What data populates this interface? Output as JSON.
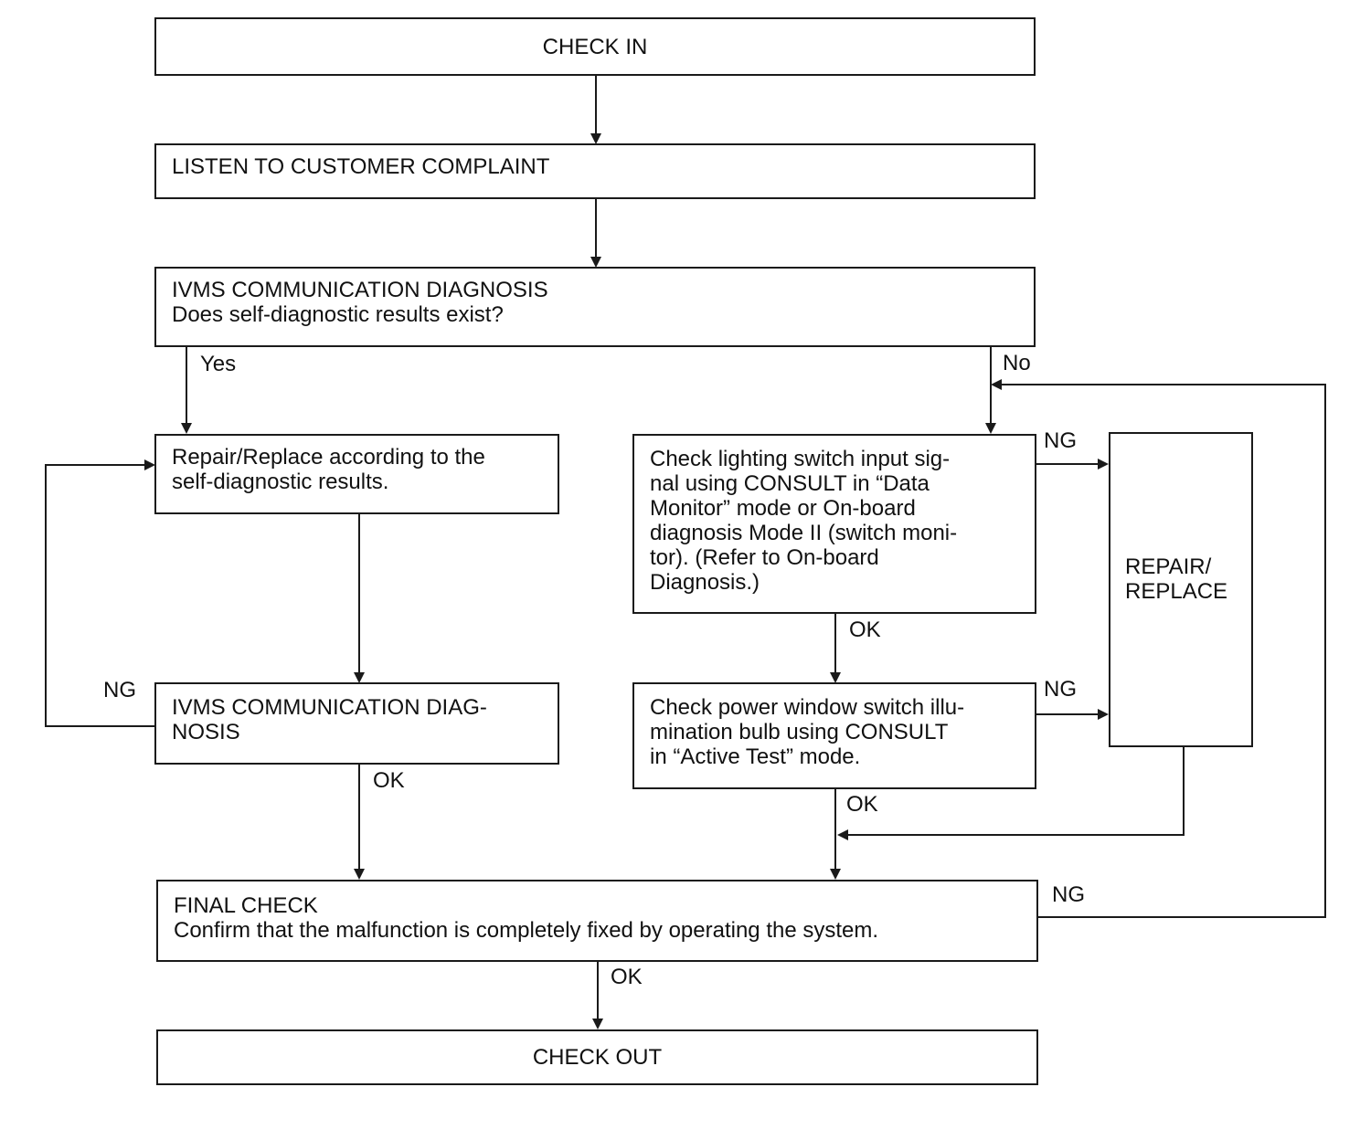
{
  "flowchart": {
    "check_in": "CHECK IN",
    "listen": "LISTEN TO CUSTOMER COMPLAINT",
    "ivms_diag": {
      "title": "IVMS COMMUNICATION DIAGNOSIS",
      "question": "Does self-diagnostic results exist?"
    },
    "repair_results": {
      "line1": "Repair/Replace according to the",
      "line2": "self-diagnostic results."
    },
    "ivms_diag2": {
      "line1": "IVMS COMMUNICATION DIAG-",
      "line2": "NOSIS"
    },
    "check_lighting": {
      "line1": "Check lighting switch input sig-",
      "line2": "nal using CONSULT in “Data",
      "line3": "Monitor” mode or On-board",
      "line4": "diagnosis Mode II (switch moni-",
      "line5": "tor). (Refer to On-board",
      "line6": "Diagnosis.)"
    },
    "check_power_window": {
      "line1": "Check power window switch illu-",
      "line2": "mination bulb using CONSULT",
      "line3": "in “Active Test” mode."
    },
    "repair_replace": {
      "line1": "REPAIR/",
      "line2": "REPLACE"
    },
    "final_check": {
      "title": "FINAL CHECK",
      "text": "Confirm that the malfunction is completely fixed by operating the system."
    },
    "check_out": "CHECK OUT"
  },
  "labels": {
    "yes": "Yes",
    "no": "No",
    "ok": "OK",
    "ng": "NG"
  }
}
